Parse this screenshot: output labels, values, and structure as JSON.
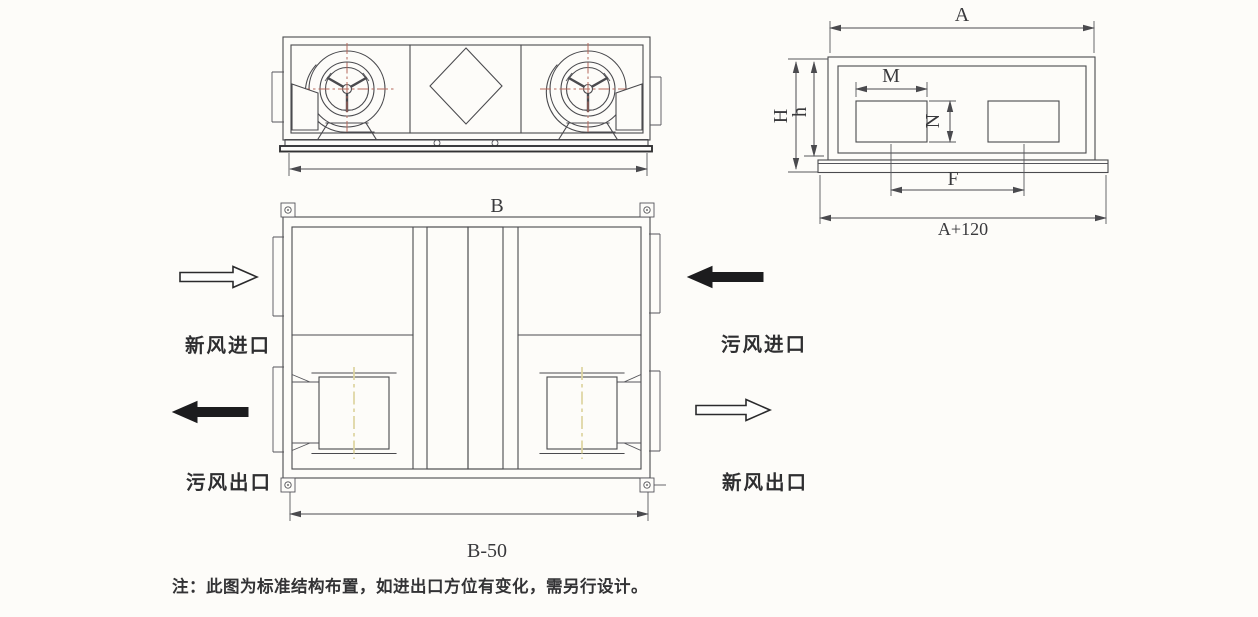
{
  "drawing": {
    "dimension_labels": {
      "A": "A",
      "H": "H",
      "h": "h",
      "M": "M",
      "N": "N",
      "F": "F",
      "A_plus_120": "A+120",
      "B": "B"
    },
    "model_label": "B-50",
    "flow_labels": {
      "fresh_air_inlet": "新风进口",
      "foul_air_outlet": "污风出口",
      "foul_air_inlet": "污风进口",
      "fresh_air_outlet": "新风出口"
    },
    "note": "注：此图为标准结构布置，如进出口方位有变化，需另行设计。"
  }
}
